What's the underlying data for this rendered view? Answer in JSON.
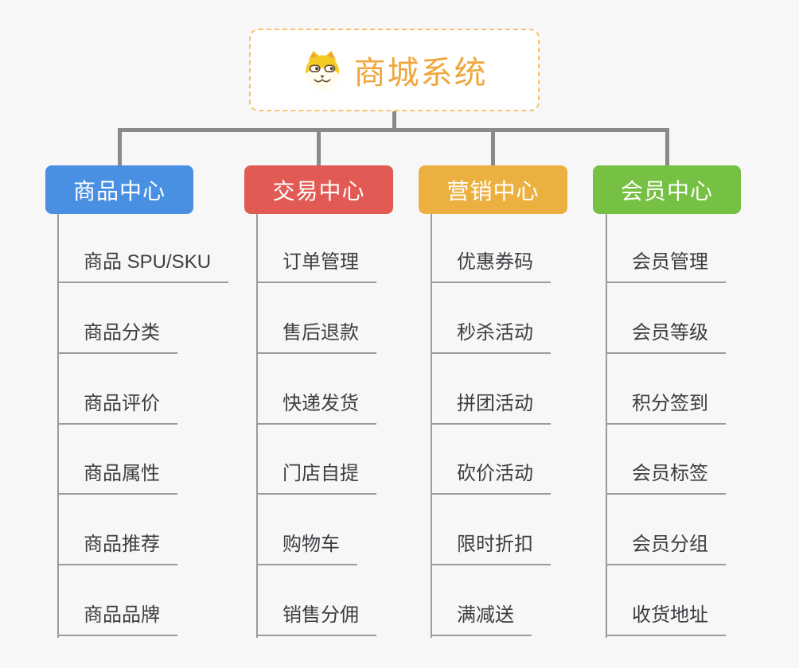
{
  "root": {
    "title": "商城系统",
    "icon": "doge-icon"
  },
  "colors": {
    "connector": "#8a8a8a",
    "leaf_line": "#9b9b9b",
    "root_accent": "#f0a63c",
    "branch1": "#4a90e2",
    "branch2": "#e25a54",
    "branch3": "#ecb041",
    "branch4": "#76c143"
  },
  "branches": [
    {
      "label": "商品中心",
      "color": "#4a90e2",
      "items": [
        "商品 SPU/SKU",
        "商品分类",
        "商品评价",
        "商品属性",
        "商品推荐",
        "商品品牌"
      ]
    },
    {
      "label": "交易中心",
      "color": "#e25a54",
      "items": [
        "订单管理",
        "售后退款",
        "快递发货",
        "门店自提",
        "购物车",
        "销售分佣"
      ]
    },
    {
      "label": "营销中心",
      "color": "#ecb041",
      "items": [
        "优惠券码",
        "秒杀活动",
        "拼团活动",
        "砍价活动",
        "限时折扣",
        "满减送"
      ]
    },
    {
      "label": "会员中心",
      "color": "#76c143",
      "items": [
        "会员管理",
        "会员等级",
        "积分签到",
        "会员标签",
        "会员分组",
        "收货地址"
      ]
    }
  ]
}
